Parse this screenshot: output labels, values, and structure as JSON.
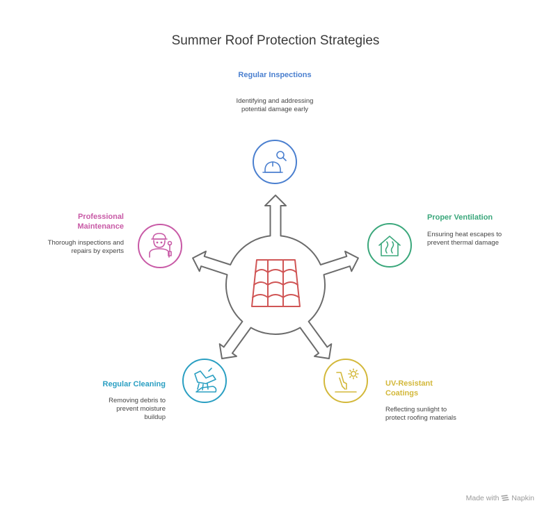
{
  "title": "Summer Roof Protection Strategies",
  "colors": {
    "inspection": "#4a7fcf",
    "ventilation": "#3aa77b",
    "coatings": "#d3b83a",
    "cleaning": "#2a9fc2",
    "maintenance": "#c85aa6",
    "roof": "#d05555",
    "hub": "#6b6b6b"
  },
  "strategies": [
    {
      "title": "Regular Inspections",
      "desc": "Identifying and addressing potential damage early",
      "icon": "hardhat-magnifier-icon"
    },
    {
      "title": "Proper Ventilation",
      "desc": "Ensuring heat escapes to prevent thermal damage",
      "icon": "house-heat-icon"
    },
    {
      "title": "UV-Resistant Coatings",
      "desc": "Reflecting sunlight to protect roofing materials",
      "icon": "sun-roof-icon"
    },
    {
      "title": "Regular Cleaning",
      "desc": "Removing debris to prevent moisture buildup",
      "icon": "broom-cleaning-icon"
    },
    {
      "title": "Professional Maintenance",
      "desc": "Thorough inspections and repairs by experts",
      "icon": "worker-icon"
    }
  ],
  "footer": {
    "made_with": "Made with",
    "brand": "Napkin"
  }
}
